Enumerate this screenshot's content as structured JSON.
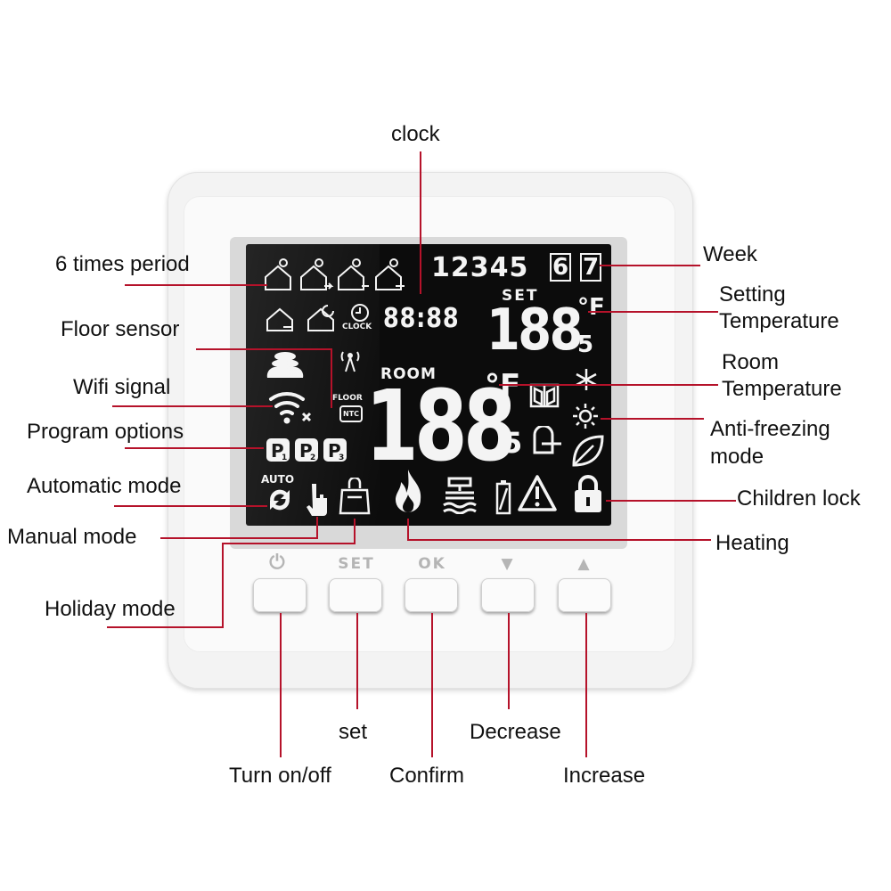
{
  "display": {
    "week_digits": "12345",
    "week_boxed": [
      "6",
      "7"
    ],
    "set_label": "SET",
    "set_value": "188",
    "set_decimal": "5",
    "set_unit": "°F",
    "clock_value": "88:88",
    "clock_label": "CLOCK",
    "room_label": "ROOM",
    "room_value": "188",
    "room_decimal": "5",
    "room_unit": "°F",
    "floor_label": "FLOOR",
    "ntc_label": "NTC",
    "auto_label": "AUTO",
    "programs": [
      "P1",
      "P2",
      "P3"
    ]
  },
  "buttons": {
    "power_label": "⏻",
    "set_label": "SET",
    "ok_label": "OK",
    "down_label": "▼",
    "up_label": "▲"
  },
  "callouts": {
    "clock": "clock",
    "six_times_period": "6 times period",
    "floor_sensor": "Floor sensor",
    "wifi_signal": "Wifi signal",
    "program_options": "Program options",
    "automatic_mode": "Automatic mode",
    "manual_mode": "Manual mode",
    "holiday_mode": "Holiday mode",
    "week": "Week",
    "setting_temperature_1": "Setting",
    "setting_temperature_2": "Temperature",
    "room_temperature_1": "Room",
    "room_temperature_2": "Temperature",
    "anti_freezing_1": "Anti-freezing",
    "anti_freezing_2": "mode",
    "children_lock": "Children lock",
    "heating": "Heating",
    "set": "set",
    "turn_on_off": "Turn on/off",
    "confirm": "Confirm",
    "decrease": "Decrease",
    "increase": "Increase"
  },
  "colors": {
    "callout_line": "#b5122a",
    "lcd_background": "#0c0c0c",
    "lcd_segment": "#f4f4f4",
    "button_label": "#b5b5b5"
  }
}
